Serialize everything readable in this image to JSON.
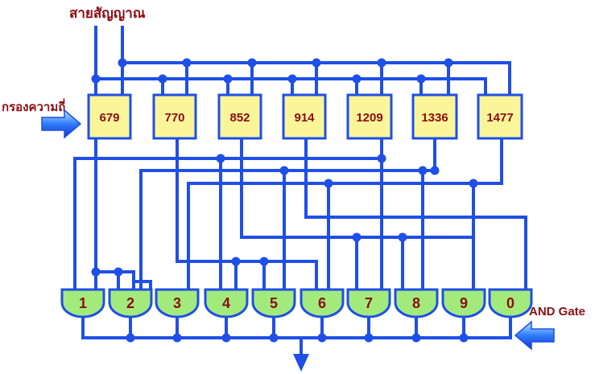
{
  "labels": {
    "signal_line": "สายสัญญาณ",
    "filter": "กรองความถี่",
    "and_gate": "AND Gate"
  },
  "filters": [
    "679",
    "770",
    "852",
    "914",
    "1209",
    "1336",
    "1477"
  ],
  "gates": [
    "1",
    "2",
    "3",
    "4",
    "5",
    "6",
    "7",
    "8",
    "9",
    "0"
  ],
  "colors": {
    "wire": "#1f4fe6",
    "filter_fill": "#fbf59a",
    "gate_fill": "#a3ea7d",
    "text": "#8b0d12"
  }
}
